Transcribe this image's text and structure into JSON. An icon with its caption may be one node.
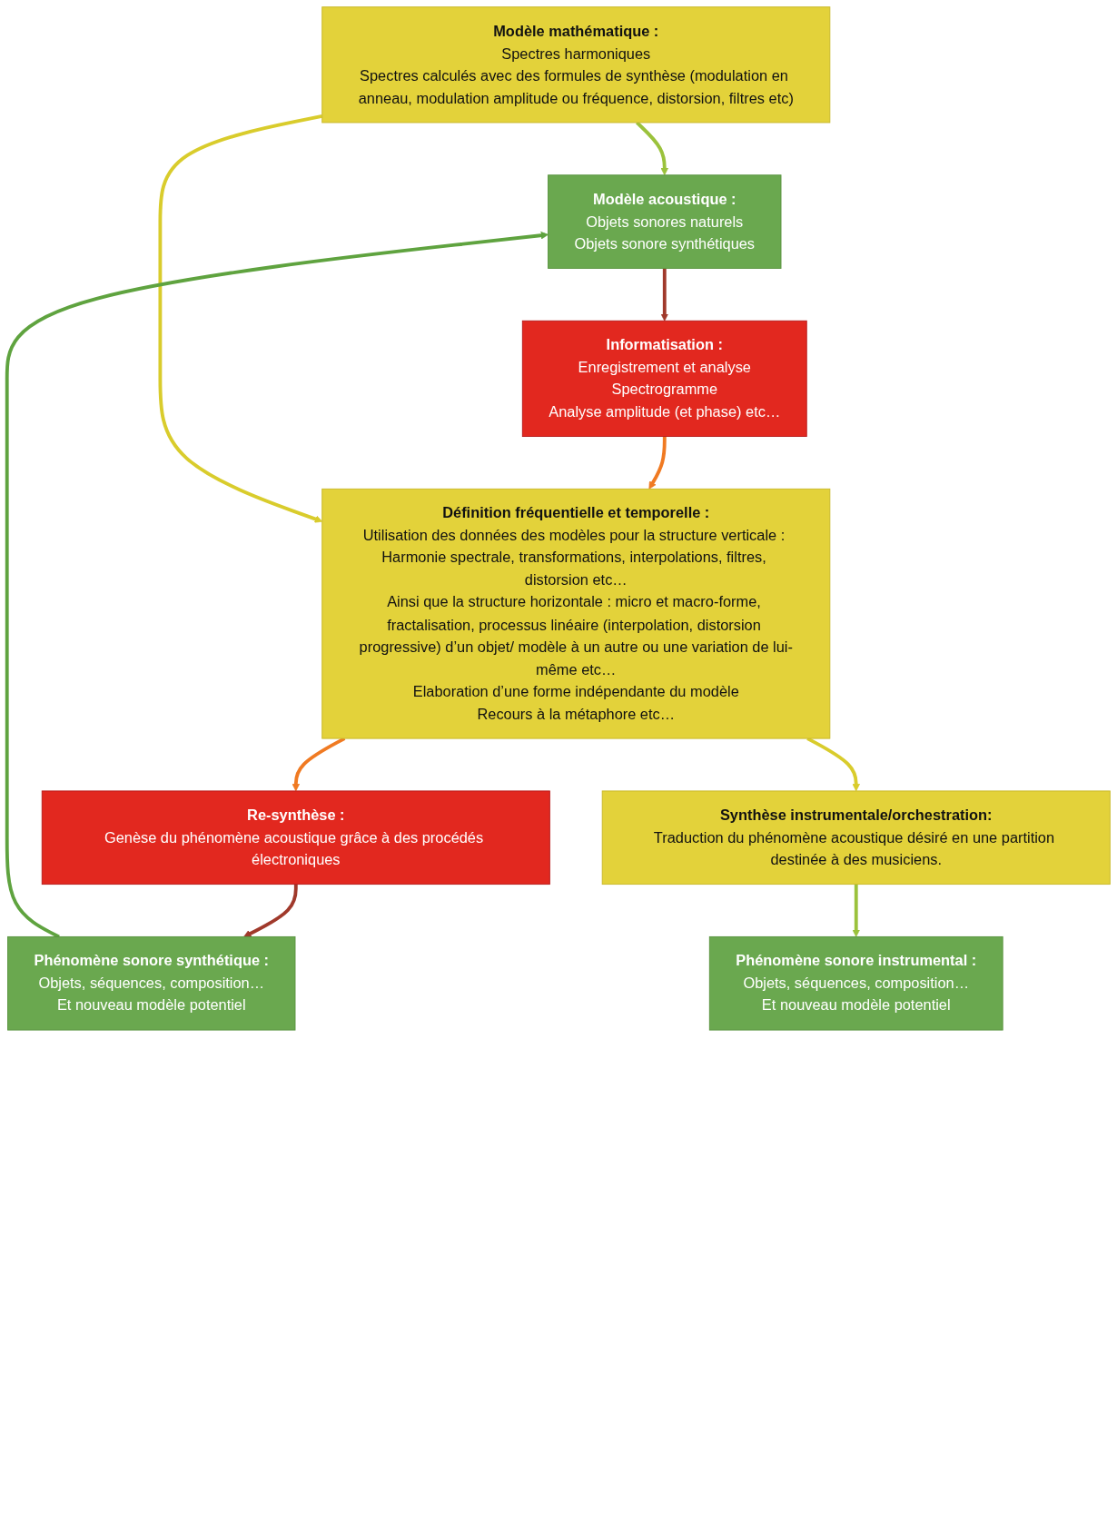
{
  "diagram": {
    "nodes": [
      {
        "text": [
          "Modèle acoustique :",
          "Objets sonores naturels",
          "Objets sonore synthétiques"
        ]
      },
      {
        "text": [
          "Modèle mathématique :",
          "Spectres harmoniques",
          "Spectres calculés avec des formules de synthèse (modulation en anneau, modulation amplitude ou fréquence, distorsion, filtres etc)"
        ]
      },
      {
        "text": [
          "Informatisation :",
          "Enregistrement et analyse",
          "Spectrogramme",
          "Analyse amplitude (et phase) etc…"
        ]
      },
      {
        "text": [
          "Définition fréquentielle et temporelle :",
          "Utilisation des données des modèles pour la structure verticale : Harmonie spectrale, transformations, interpolations, filtres, distorsion etc…",
          "Ainsi que la structure horizontale : micro et macro-forme, fractalisation, processus linéaire (interpolation, distorsion progressive) d’un objet/ modèle à un autre ou une variation de lui-même etc…",
          "Elaboration d’une forme indépendante du modèle",
          "Recours à la métaphore etc…"
        ]
      },
      {
        "text": [
          "Re-synthèse :",
          "Genèse du phénomène acoustique grâce à des procédés électroniques"
        ]
      },
      {
        "text": [
          "Synthèse instrumentale/orchestration:",
          "Traduction du phénomène acoustique désiré en une partition destinée à des musiciens."
        ]
      },
      {
        "text": [
          "Phénomène sonore synthétique :",
          "Objets, séquences, composition…",
          "Et nouveau modèle potentiel"
        ]
      },
      {
        "text": [
          "Phénomène sonore instrumental :",
          "Objets, séquences, composition…",
          "Et nouveau modèle potentiel"
        ]
      }
    ],
    "edges": [
      {
        "from": 1,
        "to": 0,
        "arrow": "to",
        "color": "#9bc23c"
      },
      {
        "from": 0,
        "to": 2,
        "arrow": "to",
        "color": "#a0392b"
      },
      {
        "from": 2,
        "to": 3,
        "arrow": "to",
        "color": "#f07a22"
      },
      {
        "from": 1,
        "to": 3,
        "arrow": "to",
        "color": "#d9cc2c"
      },
      {
        "from": 3,
        "to": 4,
        "arrow": "to",
        "color": "#f07a22"
      },
      {
        "from": 3,
        "to": 5,
        "arrow": "to",
        "color": "#d9cc2c"
      },
      {
        "from": 4,
        "to": 6,
        "arrow": "to",
        "color": "#a0392b"
      },
      {
        "from": 5,
        "to": 7,
        "arrow": "to",
        "color": "#9bc23c"
      },
      {
        "from": 6,
        "to": 0,
        "arrow": "to",
        "color": "#5fa33f"
      }
    ]
  }
}
